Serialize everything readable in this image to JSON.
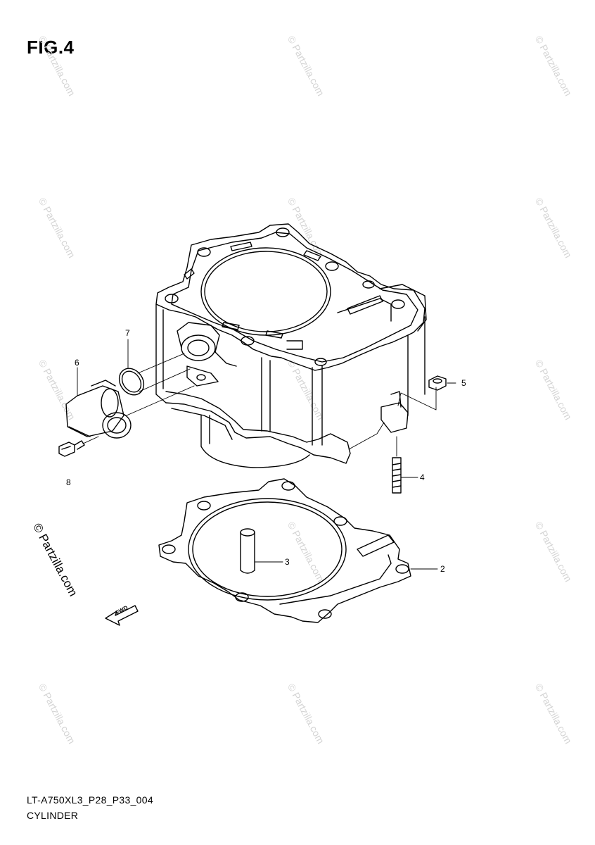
{
  "figure": {
    "title": "FIG.4"
  },
  "watermark": {
    "text": "© Partzilla.com"
  },
  "callouts": [
    {
      "id": "c1",
      "label": "7"
    },
    {
      "id": "c2",
      "label": "6"
    },
    {
      "id": "c3",
      "label": "5"
    },
    {
      "id": "c4",
      "label": "4"
    },
    {
      "id": "c5",
      "label": "8"
    },
    {
      "id": "c6",
      "label": "3"
    },
    {
      "id": "c7",
      "label": "2"
    }
  ],
  "front_arrow": {
    "label": "FWD"
  },
  "footer": {
    "diagram_code": "LT-A750XL3_P28_P33_004",
    "section_name": "CYLINDER"
  },
  "colors": {
    "line": "#000000",
    "watermark": "#d4d4d4"
  }
}
